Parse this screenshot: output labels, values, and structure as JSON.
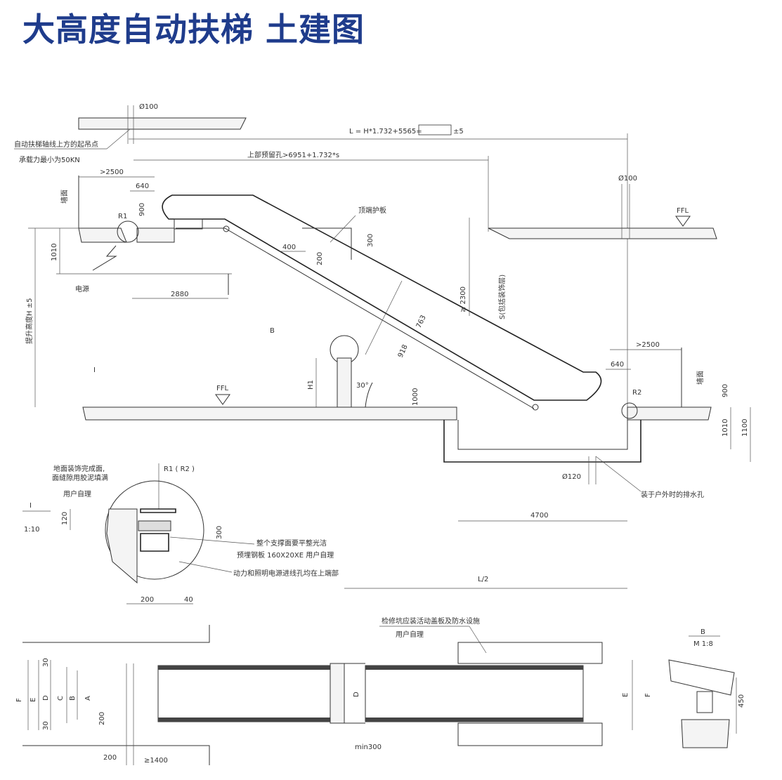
{
  "title": "大高度自动扶梯 土建图",
  "accent_color": "#1f3c8c",
  "labels": {
    "top_hole_dia": "Ø100",
    "total_length": "L = H*1.732+5565=",
    "tolerance": "±5",
    "lifting_point": "自动扶梯轴线上方的起吊点",
    "lifting_load": "承载力最小为50KN",
    "upper_opening": "上部预留孔>6951+1.732*s",
    "right_hole_dia": "Ø100",
    "top_ge2500": ">2500",
    "top_640": "640",
    "top_900": "900",
    "wall_left": "墙面",
    "r1": "R1",
    "top_guard": "顶端护板",
    "ffl_top": "FFL",
    "d_400": "400",
    "d_200": "200",
    "d_300": "300",
    "d_1010_top": "1010",
    "power": "电源",
    "d_2880": "2880",
    "ge_2300": "≥ 2300",
    "s_finish": "S(包括装饰层)",
    "lift_height": "提升高度H ±5",
    "b_mark": "B",
    "d_763": "763",
    "d_918": "918",
    "bot_ge2500": ">2500",
    "bot_640": "640",
    "r2": "R2",
    "wall_right": "墙面",
    "bot_900": "900",
    "roman_i": "I",
    "h1": "H1",
    "angle": "30°",
    "ffl_bottom": "FFL",
    "d_1000": "1000",
    "d_1010_bot": "1010",
    "d_1100": "1100",
    "drain_dia": "Ø120",
    "drain_note": "装于户外时的排水孔",
    "d_4700": "4700",
    "half_l": "L/2",
    "detail_note1": "地面装饰完成面,",
    "detail_note2": "面缝隙用胶泥填满",
    "user_handle1": "用户自理",
    "detail_r": "R1 ( R2 )",
    "detail_i": "I",
    "detail_scale": "1:10",
    "d_120": "120",
    "d_300_detail": "300",
    "support_note": "整个支撑面要平整光洁",
    "plate_note": "预埋钢板 160X20XE 用户自理",
    "cable_note": "动力和照明电源进线孔均在上端部",
    "d_200_detail": "200",
    "d_40_detail": "40",
    "pit_note": "检修坑应装活动盖板及防水设施",
    "user_handle2": "用户自理",
    "plan_30a": "30",
    "plan_30b": "30",
    "plan_f": "F",
    "plan_e": "E",
    "plan_d": "D",
    "plan_c": "C",
    "plan_b": "B",
    "plan_a": "A",
    "plan_200a": "200",
    "plan_200b": "200",
    "plan_ge1400": "≥1400",
    "plan_d2": "D",
    "plan_min300": "min300",
    "plan_e2": "E",
    "plan_f2": "F",
    "b_detail_title": "B",
    "b_detail_scale": "M 1:8",
    "b_detail_450": "450"
  }
}
